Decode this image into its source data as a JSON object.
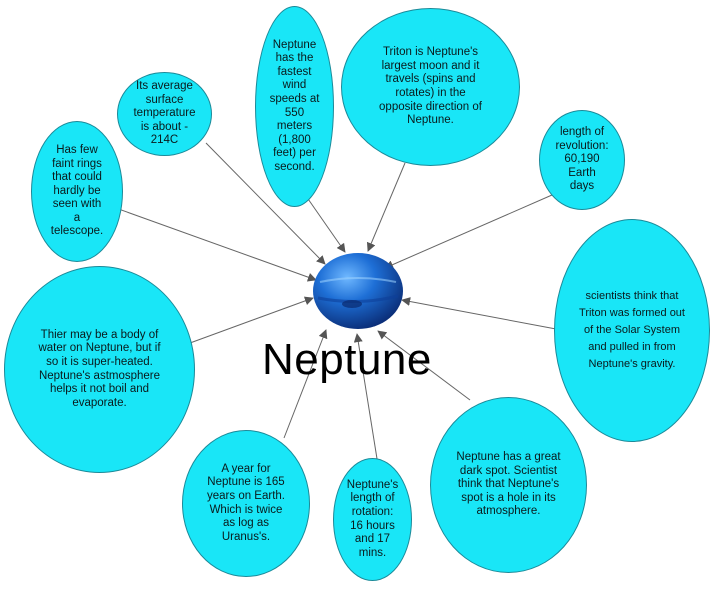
{
  "center": {
    "title": "Neptune",
    "planet_color": "#1e6fd6"
  },
  "bubble_color": "#19e6f7",
  "bubbles": [
    {
      "id": "rings",
      "text": "Has few\nfaint rings\nthat could\nhardly be\nseen with\na\ntelescope."
    },
    {
      "id": "temperature",
      "text": "Its average\nsurface\ntemperature\nis about -\n214C"
    },
    {
      "id": "wind",
      "text": "Neptune\nhas the\nfastest\nwind\nspeeds at\n550\nmeters\n(1,800\nfeet) per\nsecond."
    },
    {
      "id": "triton",
      "text": "Triton is Neptune's\nlargest moon and it\ntravels (spins and\nrotates) in the\nopposite direction of\nNeptune."
    },
    {
      "id": "revolution",
      "text": "length of\nrevolution:\n60,190\nEarth\ndays"
    },
    {
      "id": "triton-origin",
      "text": "scientists think that\nTriton was formed out\nof the Solar System\nand pulled in from\nNeptune's gravity."
    },
    {
      "id": "water",
      "text": "Thier may be a body of\nwater on Neptune, but if\nso it is super-heated.\nNeptune's astmosphere\nhelps it not boil and\nevaporate."
    },
    {
      "id": "year",
      "text": "A year for\nNeptune is 165\nyears on Earth.\nWhich is twice\nas log as\nUranus's."
    },
    {
      "id": "rotation",
      "text": "Neptune's\nlength of\nrotation:\n16 hours\nand 17\nmins."
    },
    {
      "id": "dark-spot",
      "text": "Neptune has a great\ndark spot. Scientist\nthink that Neptune's\nspot is a hole in its\natmosphere."
    }
  ]
}
